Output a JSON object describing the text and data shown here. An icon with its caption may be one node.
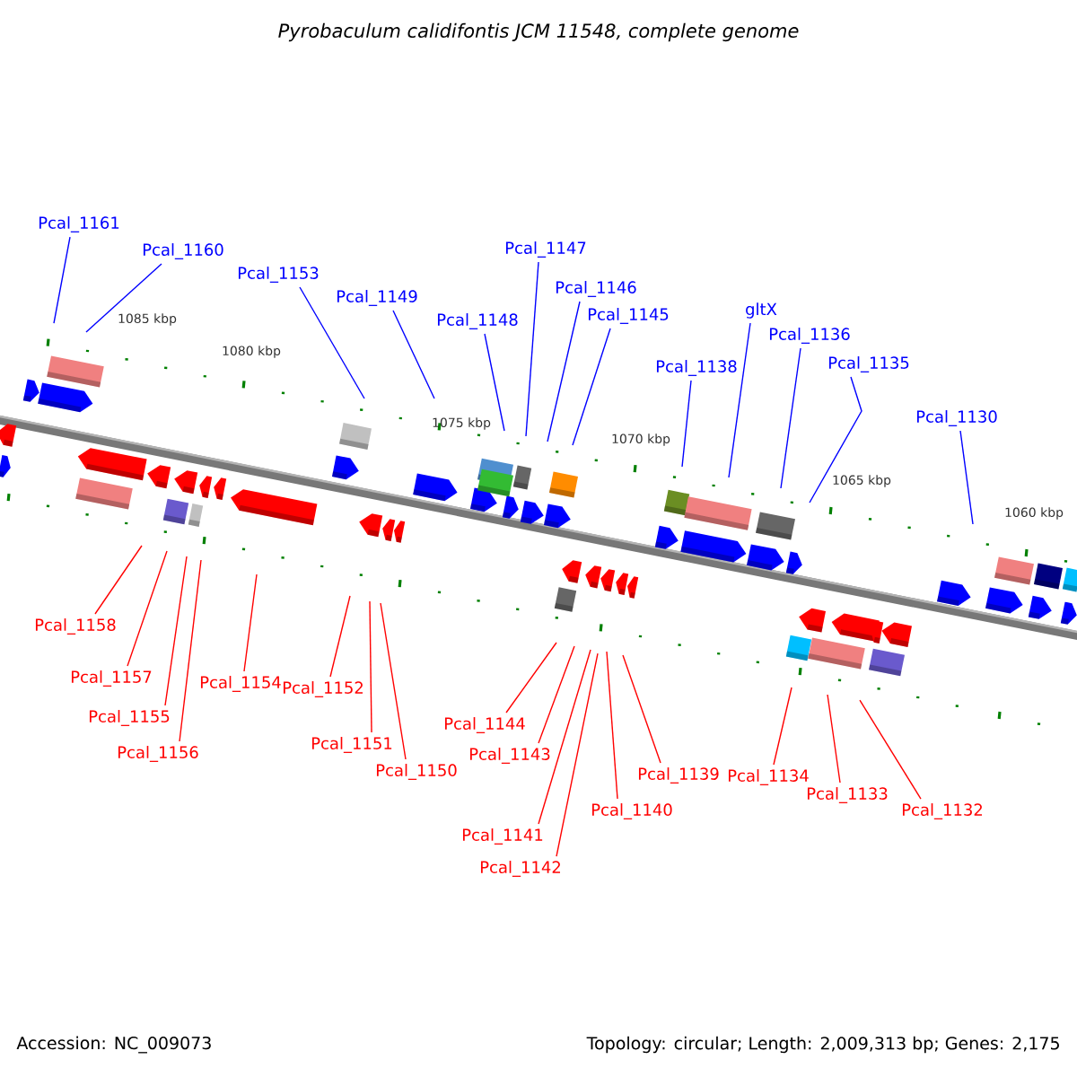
{
  "diagram": {
    "title": "Pyrobaculum calidifontis JCM 11548, complete genome",
    "nodes": [
      {
        "text": [
          "Pcal_1161"
        ]
      },
      {
        "text": [
          "Pcal_1160"
        ]
      },
      {
        "text": [
          "Pcal_1153"
        ]
      },
      {
        "text": [
          "Pcal_1149"
        ]
      },
      {
        "text": [
          "Pcal_1148"
        ]
      },
      {
        "text": [
          "Pcal_1147"
        ]
      },
      {
        "text": [
          "Pcal_1146"
        ]
      },
      {
        "text": [
          "Pcal_1145"
        ]
      },
      {
        "text": [
          "Pcal_1138"
        ]
      },
      {
        "text": [
          "gltX"
        ]
      },
      {
        "text": [
          "Pcal_1136"
        ]
      },
      {
        "text": [
          "Pcal_1135"
        ]
      },
      {
        "text": [
          "Pcal_1130"
        ]
      },
      {
        "text": [
          "Pcal_1158"
        ]
      },
      {
        "text": [
          "Pcal_1157"
        ]
      },
      {
        "text": [
          "Pcal_1155"
        ]
      },
      {
        "text": [
          "Pcal_1156"
        ]
      },
      {
        "text": [
          "Pcal_1154"
        ]
      },
      {
        "text": [
          "Pcal_1152"
        ]
      },
      {
        "text": [
          "Pcal_1151"
        ]
      },
      {
        "text": [
          "Pcal_1150"
        ]
      },
      {
        "text": [
          "Pcal_1144"
        ]
      },
      {
        "text": [
          "Pcal_1143"
        ]
      },
      {
        "text": [
          "Pcal_1140"
        ]
      },
      {
        "text": [
          "Pcal_1141"
        ]
      },
      {
        "text": [
          "Pcal_1142"
        ]
      },
      {
        "text": [
          "Pcal_1139"
        ]
      },
      {
        "text": [
          "Pcal_1134"
        ]
      },
      {
        "text": [
          "Pcal_1133"
        ]
      },
      {
        "text": [
          "Pcal_1132"
        ]
      }
    ],
    "edges": [
      {
        "from": 0,
        "to": null,
        "arrow": "none",
        "color": "#0000ff"
      },
      {
        "from": 1,
        "to": null,
        "arrow": "none",
        "color": "#0000ff"
      },
      {
        "from": 2,
        "to": null,
        "arrow": "none",
        "color": "#0000ff"
      },
      {
        "from": 3,
        "to": null,
        "arrow": "none",
        "color": "#0000ff"
      },
      {
        "from": 4,
        "to": null,
        "arrow": "none",
        "color": "#0000ff"
      },
      {
        "from": 5,
        "to": null,
        "arrow": "none",
        "color": "#0000ff"
      },
      {
        "from": 6,
        "to": null,
        "arrow": "none",
        "color": "#0000ff"
      },
      {
        "from": 7,
        "to": null,
        "arrow": "none",
        "color": "#0000ff"
      },
      {
        "from": 8,
        "to": null,
        "arrow": "none",
        "color": "#0000ff"
      },
      {
        "from": 9,
        "to": null,
        "arrow": "none",
        "color": "#0000ff"
      },
      {
        "from": 10,
        "to": null,
        "arrow": "none",
        "color": "#0000ff"
      },
      {
        "from": 11,
        "to": null,
        "arrow": "none",
        "color": "#0000ff"
      },
      {
        "from": 12,
        "to": null,
        "arrow": "none",
        "color": "#0000ff"
      },
      {
        "from": 13,
        "to": null,
        "arrow": "none"
      },
      {
        "from": 14,
        "to": null,
        "arrow": "none"
      },
      {
        "from": 15,
        "to": null,
        "arrow": "none"
      },
      {
        "from": 16,
        "to": null,
        "arrow": "none"
      },
      {
        "from": 17,
        "to": null,
        "arrow": "none"
      },
      {
        "from": 18,
        "to": null,
        "arrow": "none"
      },
      {
        "from": 19,
        "to": null,
        "arrow": "none"
      },
      {
        "from": 20,
        "to": null,
        "arrow": "none"
      },
      {
        "from": 21,
        "to": null,
        "arrow": "none"
      },
      {
        "from": 22,
        "to": null,
        "arrow": "none"
      },
      {
        "from": 23,
        "to": null,
        "arrow": "none"
      },
      {
        "from": 24,
        "to": null,
        "arrow": "none"
      },
      {
        "from": 25,
        "to": null,
        "arrow": "none"
      },
      {
        "from": 26,
        "to": null,
        "arrow": "none"
      },
      {
        "from": 27,
        "to": null,
        "arrow": "none"
      },
      {
        "from": 28,
        "to": null,
        "arrow": "none"
      },
      {
        "from": 29,
        "to": null,
        "arrow": "none"
      }
    ],
    "labels": [
      "1085 kbp",
      "1080 kbp",
      "1075 kbp",
      "1070 kbp",
      "1065 kbp",
      "1060 kbp",
      "Accession: NC_009073",
      "Topology: circular; Length: 2,009,313 bp; Genes: 2,175"
    ]
  }
}
